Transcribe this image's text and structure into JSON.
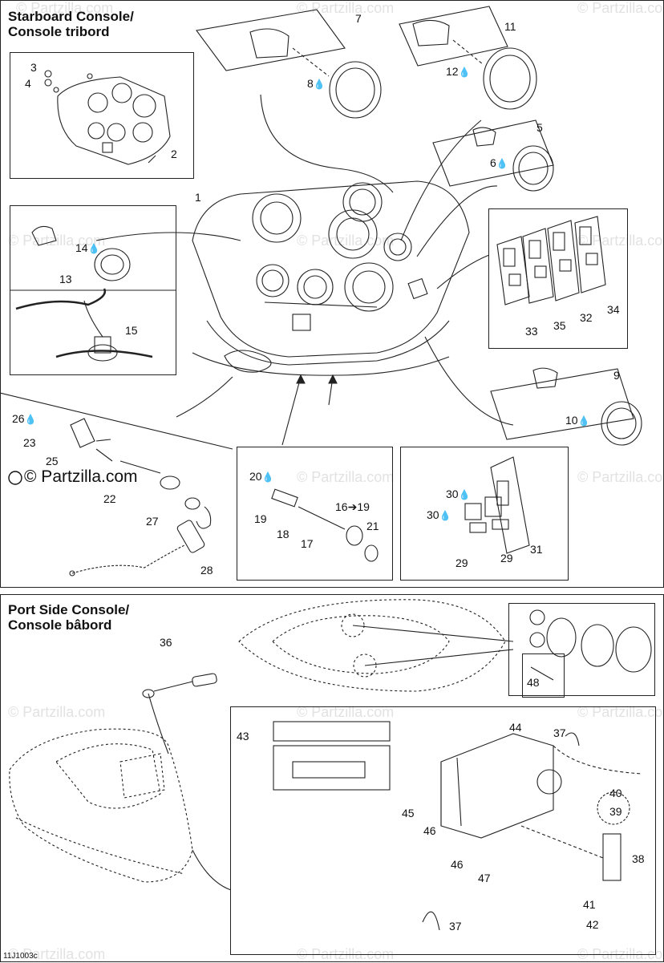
{
  "sections": {
    "starboard": {
      "line1": "Starboard Console/",
      "line2": "Console tribord"
    },
    "port": {
      "line1": "Port Side Console/",
      "line2": "Console bâbord"
    }
  },
  "callouts": {
    "c1": "1",
    "c2": "2",
    "c3": "3",
    "c4": "4",
    "c5": "5",
    "c6": "6",
    "c7": "7",
    "c8": "8",
    "c9": "9",
    "c10": "10",
    "c11": "11",
    "c12": "12",
    "c13": "13",
    "c14": "14",
    "c15": "15",
    "c16": "16",
    "c16to": "19",
    "c17": "17",
    "c18": "18",
    "c19": "19",
    "c20": "20",
    "c21": "21",
    "c22": "22",
    "c23": "23",
    "c25": "25",
    "c26": "26",
    "c27": "27",
    "c28": "28",
    "c29a": "29",
    "c29b": "29",
    "c30a": "30",
    "c30b": "30",
    "c31": "31",
    "c32": "32",
    "c33": "33",
    "c34": "34",
    "c35": "35",
    "c36": "36",
    "c37a": "37",
    "c37b": "37",
    "c38": "38",
    "c39": "39",
    "c40": "40",
    "c41": "41",
    "c42": "42",
    "c43": "43",
    "c44": "44",
    "c45": "45",
    "c46a": "46",
    "c46b": "46",
    "c47": "47",
    "c48": "48"
  },
  "watermark": "© Partzilla.com",
  "copyright_overlay": "© Partzilla.com",
  "drawing_code": "11J1003c",
  "colors": {
    "line": "#222222",
    "watermark": "#e2e2e2",
    "background": "#ffffff"
  }
}
